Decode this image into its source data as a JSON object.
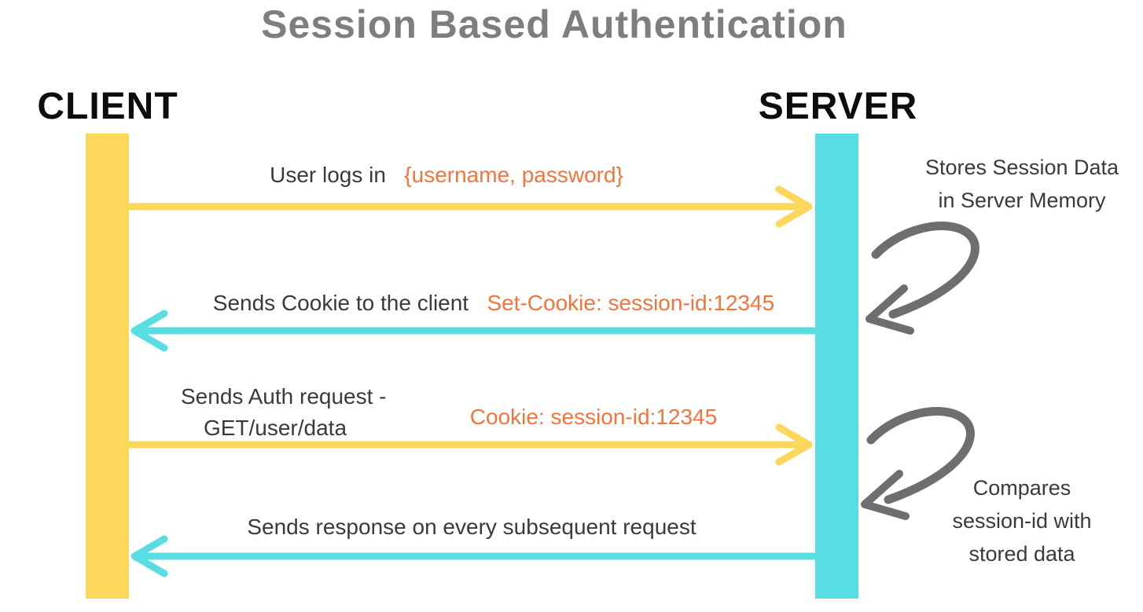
{
  "title": "Session Based Authentication",
  "actors": {
    "client": {
      "label": "CLIENT"
    },
    "server": {
      "label": "SERVER"
    }
  },
  "messages": [
    {
      "text": "User logs in",
      "code": "{username, password}",
      "direction": "client-to-server"
    },
    {
      "text": "Sends Cookie to the client",
      "code": "Set-Cookie: session-id:12345",
      "direction": "server-to-client"
    },
    {
      "text_line1": "Sends Auth request -",
      "text_line2": "GET/user/data",
      "code": "Cookie: session-id:12345",
      "direction": "client-to-server"
    },
    {
      "text": "Sends response on every subsequent request",
      "code": "",
      "direction": "server-to-client"
    }
  ],
  "annotations": [
    {
      "line1": "Stores Session Data",
      "line2": "in Server Memory",
      "line3": ""
    },
    {
      "line1": "Compares",
      "line2": "session-id with",
      "line3": "stored data"
    }
  ],
  "colors": {
    "client_lifeline": "#FDD75B",
    "server_lifeline": "#58DDE3",
    "code_text": "#F4743B",
    "title_text": "#7E7E7E",
    "body_text": "#3A3A3A",
    "actor_text": "#0D0D0D",
    "annotation_arrow": "#6E6E6E"
  }
}
